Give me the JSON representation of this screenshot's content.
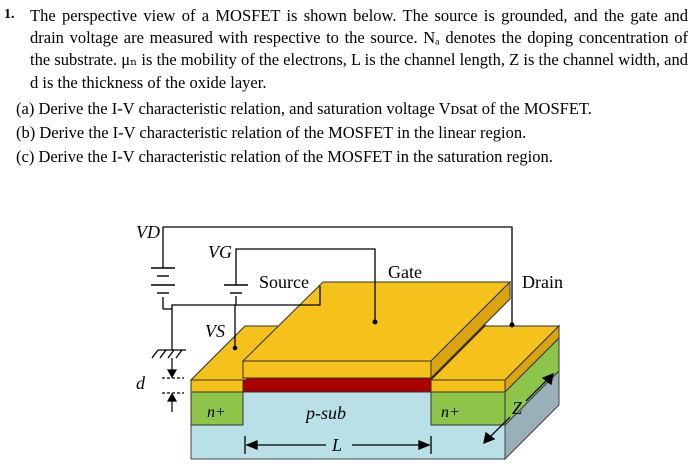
{
  "problem": {
    "number": "1.",
    "statement": "The perspective view of a MOSFET is shown below. The source is grounded, and the gate and drain voltage are measured with respective to the source. Nₐ denotes the doping concentration of the substrate. μₙ is the mobility of the electrons, L is the channel length, Z is the channel width, and d is the thickness of the oxide layer.",
    "parts": [
      "(a) Derive the I-V characteristic relation, and saturation voltage Vᴅsat of the MOSFET.",
      "(b) Derive the I-V characteristic relation of the MOSFET in the linear region.",
      "(c) Derive the I-V characteristic relation of the MOSFET in the saturation region."
    ]
  },
  "figure": {
    "labels": {
      "vd": "VD",
      "vg": "VG",
      "vs": "VS",
      "d": "d",
      "source": "Source",
      "gate": "Gate",
      "drain": "Drain",
      "n_left": "n+",
      "n_right": "n+",
      "psub": "p-sub",
      "L": "L",
      "Z": "Z"
    },
    "colors": {
      "metal": "#f5c21b",
      "oxide": "#a80000",
      "n_region": "#8cc54a",
      "substrate": "#b8e0e6",
      "side": "#9ab0b8"
    }
  }
}
